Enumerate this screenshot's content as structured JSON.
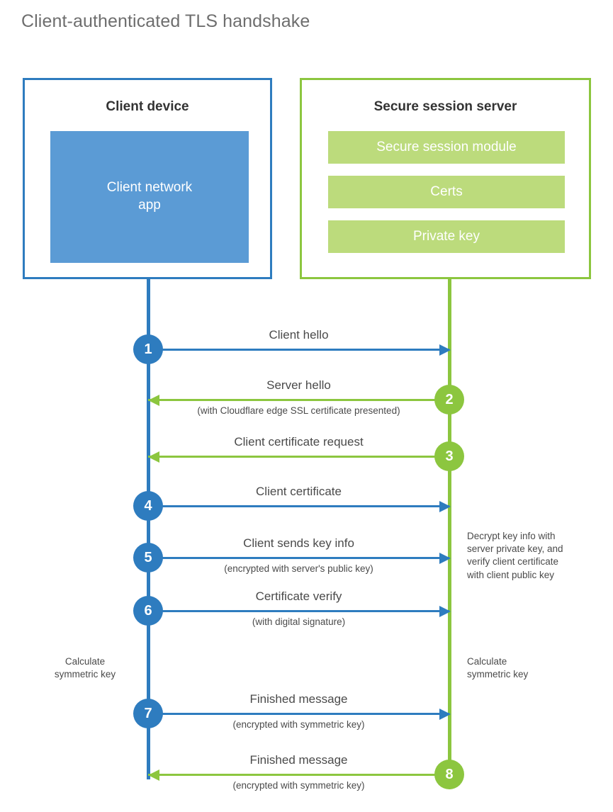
{
  "page": {
    "title": "Client-authenticated TLS handshake"
  },
  "colors": {
    "client_blue": "#2E7CBF",
    "client_app_fill": "#5B9BD5",
    "server_green": "#8CC63F",
    "server_bar_fill": "#BCDB7C",
    "text": "#4a4a4a",
    "title_text": "#6e6e6e"
  },
  "client": {
    "box_title": "Client device",
    "app_label": "Client network\napp"
  },
  "server": {
    "box_title": "Secure session server",
    "bars": [
      {
        "label": "Secure session module"
      },
      {
        "label": "Certs"
      },
      {
        "label": "Private key"
      }
    ]
  },
  "steps": [
    {
      "number": "1",
      "label": "Client hello",
      "sublabel": "",
      "direction": "client-to-server",
      "origin": "client"
    },
    {
      "number": "2",
      "label": "Server hello",
      "sublabel": "(with Cloudflare edge SSL certificate presented)",
      "direction": "server-to-client",
      "origin": "server"
    },
    {
      "number": "3",
      "label": "Client certificate request",
      "sublabel": "",
      "direction": "server-to-client",
      "origin": "server"
    },
    {
      "number": "4",
      "label": "Client certificate",
      "sublabel": "",
      "direction": "client-to-server",
      "origin": "client"
    },
    {
      "number": "5",
      "label": "Client sends key info",
      "sublabel": "(encrypted with server's public key)",
      "direction": "client-to-server",
      "origin": "client"
    },
    {
      "number": "6",
      "label": "Certificate verify",
      "sublabel": "(with digital signature)",
      "direction": "client-to-server",
      "origin": "client"
    },
    {
      "number": "7",
      "label": "Finished message",
      "sublabel": "(encrypted with symmetric key)",
      "direction": "client-to-server",
      "origin": "client"
    },
    {
      "number": "8",
      "label": "Finished message",
      "sublabel": "(encrypted with symmetric key)",
      "direction": "server-to-client",
      "origin": "server"
    }
  ],
  "notes": {
    "decrypt": "Decrypt key info with\nserver private key, and\nverify client certificate\nwith client public key",
    "client_calculate": "Calculate\nsymmetric key",
    "server_calculate": "Calculate\nsymmetric key"
  }
}
